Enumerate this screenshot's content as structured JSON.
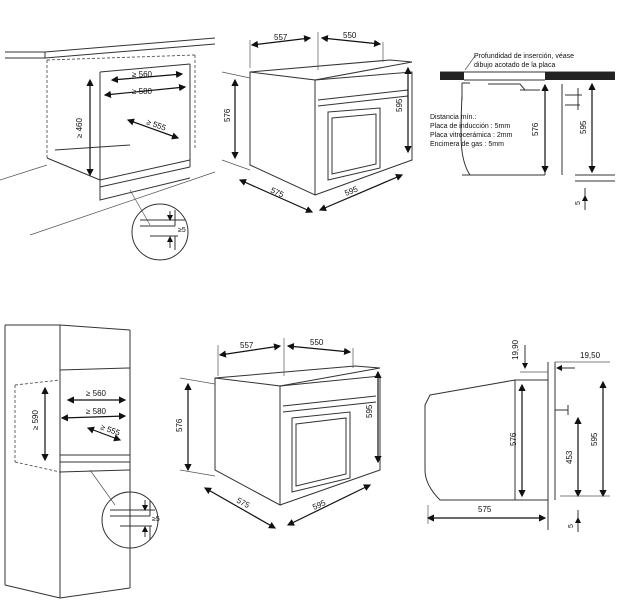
{
  "top": {
    "cabinet": {
      "d560": "≥ 560",
      "d580": "≥ 580",
      "d555": "≥ 555",
      "d460": "≥ 460",
      "d5": "≥5"
    },
    "oven": {
      "d557": "557",
      "d550": "550",
      "d576": "576",
      "d595": "595",
      "d575": "575",
      "d595b": "595"
    },
    "section": {
      "note1": "Profundidad de inserción, véase",
      "note2": "dibujo acotado de la placa",
      "dist_title": "Distancia mín.:",
      "dist_induction": "Placa de inducción : 5mm",
      "dist_vitro": "Placa vitrocerámica : 2mm",
      "dist_gas": "Encimera de gas : 5mm",
      "d576": "576",
      "d595": "595",
      "d5": "5"
    }
  },
  "bottom": {
    "cabinet": {
      "d560": "≥ 560",
      "d580": "≥ 580",
      "d555": "≥ 555",
      "d590": "≥ 590",
      "d5": "≥5"
    },
    "oven": {
      "d557": "557",
      "d550": "550",
      "d576": "576",
      "d595": "595",
      "d575": "575",
      "d595b": "595"
    },
    "side": {
      "d1990": "19,90",
      "d1950": "19,50",
      "d576": "576",
      "d453": "453",
      "d595": "595",
      "d575": "575",
      "d5": "5"
    }
  }
}
